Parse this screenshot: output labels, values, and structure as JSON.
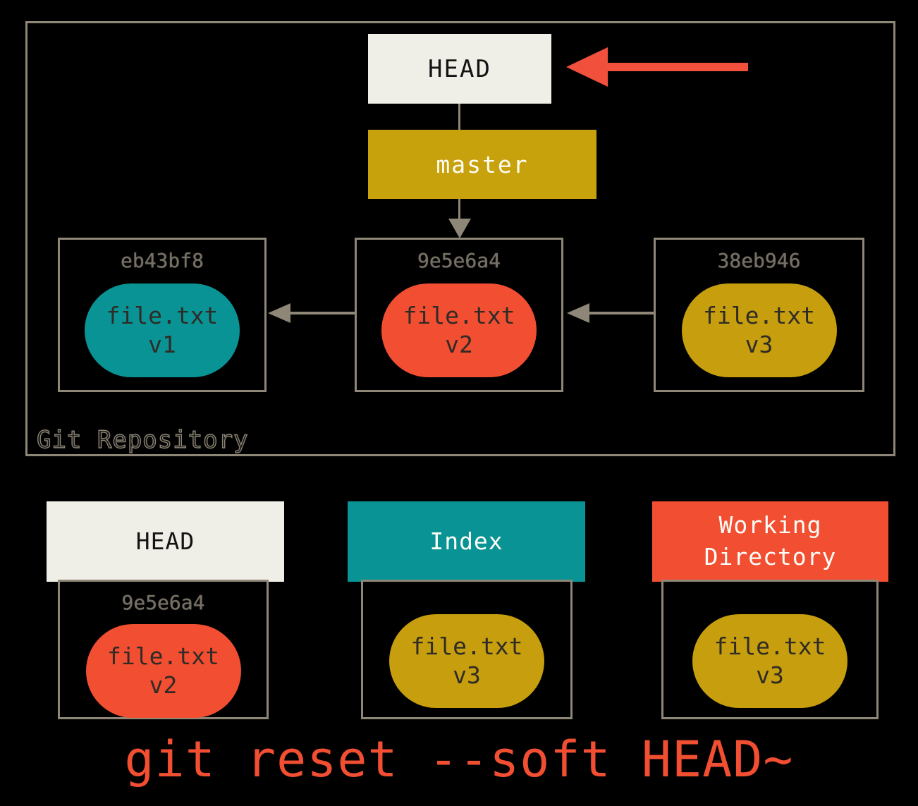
{
  "repository": {
    "label": "Git Repository",
    "head": {
      "label": "HEAD"
    },
    "branch": {
      "label": "master"
    },
    "commits": [
      {
        "hash": "eb43bf8",
        "file": "file.txt",
        "version": "v1",
        "blob_color": "#0A9394"
      },
      {
        "hash": "9e5e6a4",
        "file": "file.txt",
        "version": "v2",
        "blob_color": "#F14E32"
      },
      {
        "hash": "38eb946",
        "file": "file.txt",
        "version": "v3",
        "blob_color": "#C69E0E"
      }
    ]
  },
  "trees": {
    "head": {
      "title": "HEAD",
      "hash": "9e5e6a4",
      "file": "file.txt",
      "version": "v2",
      "header_color": "#F0EFE7",
      "blob_color": "#F14E32"
    },
    "index": {
      "title": "Index",
      "file": "file.txt",
      "version": "v3",
      "header_color": "#0A9394",
      "blob_color": "#C69E0E"
    },
    "workdir": {
      "title": "Working Directory",
      "file": "file.txt",
      "version": "v3",
      "header_color": "#F14E32",
      "blob_color": "#C69E0E"
    }
  },
  "caption": "git reset --soft HEAD~",
  "colors": {
    "background": "#000000",
    "box_border": "#8E8777",
    "arrow_gray": "#8E8777",
    "pointer_arrow_red": "#F0503C",
    "caption_red": "#F14E32",
    "cream": "#F0EFE7",
    "teal": "#0A9394",
    "gold": "#C8A20C",
    "hash_text": "#756F64"
  }
}
